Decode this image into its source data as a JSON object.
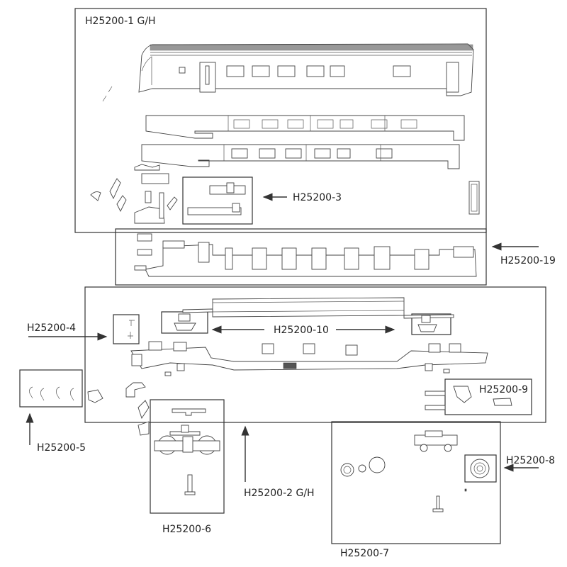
{
  "diagram": {
    "title": "Exploded parts diagram",
    "groups": [
      {
        "id": "body",
        "label": "H25200-1 G/H"
      },
      {
        "id": "interior-unit",
        "label": "H25200-3"
      },
      {
        "id": "interior",
        "label": "H25200-19"
      },
      {
        "id": "chassis",
        "label": "H25200-2 G/H"
      },
      {
        "id": "brackets",
        "label": "H25200-4"
      },
      {
        "id": "bogie-pivots",
        "label": "H25200-10"
      },
      {
        "id": "couplers",
        "label": "H25200-9"
      },
      {
        "id": "pickups",
        "label": "H25200-5"
      },
      {
        "id": "bogie-unpowered",
        "label": "H25200-6"
      },
      {
        "id": "bogie-powered",
        "label": "H25200-7"
      },
      {
        "id": "gear",
        "label": "H25200-8"
      }
    ]
  }
}
